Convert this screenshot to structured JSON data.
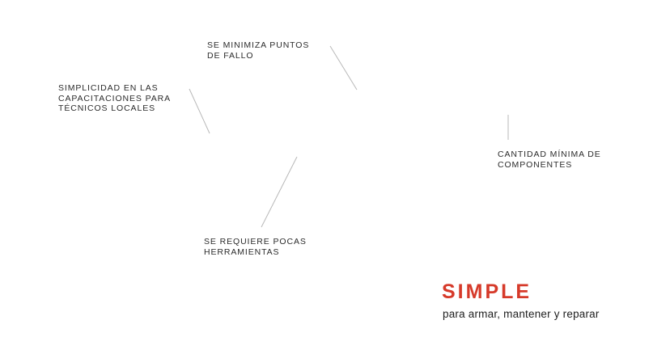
{
  "diagram": {
    "labels": [
      {
        "id": "puntos-fallo",
        "lines": [
          "SE MINIMIZA PUNTOS",
          "DE FALLO"
        ]
      },
      {
        "id": "capacitaciones",
        "lines": [
          "SIMPLICIDAD EN LAS",
          "CAPACITACIONES PARA",
          "TÉCNICOS LOCALES"
        ]
      },
      {
        "id": "componentes",
        "lines": [
          "CANTIDAD MÍNIMA DE",
          "COMPONENTES"
        ]
      },
      {
        "id": "herramientas",
        "lines": [
          "SE REQUIERE POCAS",
          "HERRAMIENTAS"
        ]
      }
    ],
    "connector_color": "#b8b8b8"
  },
  "heading": {
    "title": "SIMPLE",
    "subtitle": "para armar, mantener y reparar",
    "title_color": "#d63a2a"
  }
}
